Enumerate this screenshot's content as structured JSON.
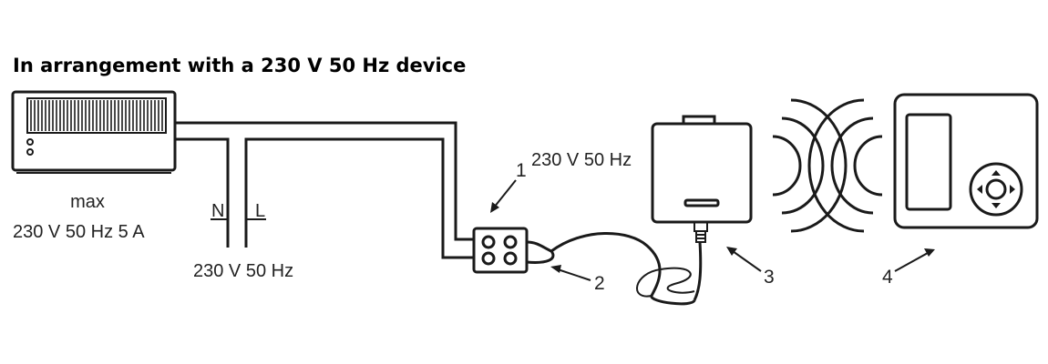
{
  "title": "In arrangement with a 230 V 50 Hz device",
  "device_label": {
    "line1": "max",
    "line2": "230 V 50 Hz 5 A"
  },
  "mains_label": {
    "neutral": "N",
    "live": "L",
    "voltage": "230 V 50 Hz"
  },
  "receiver_label": "230 V 50 Hz",
  "callouts": [
    "1",
    "2",
    "3",
    "4"
  ]
}
